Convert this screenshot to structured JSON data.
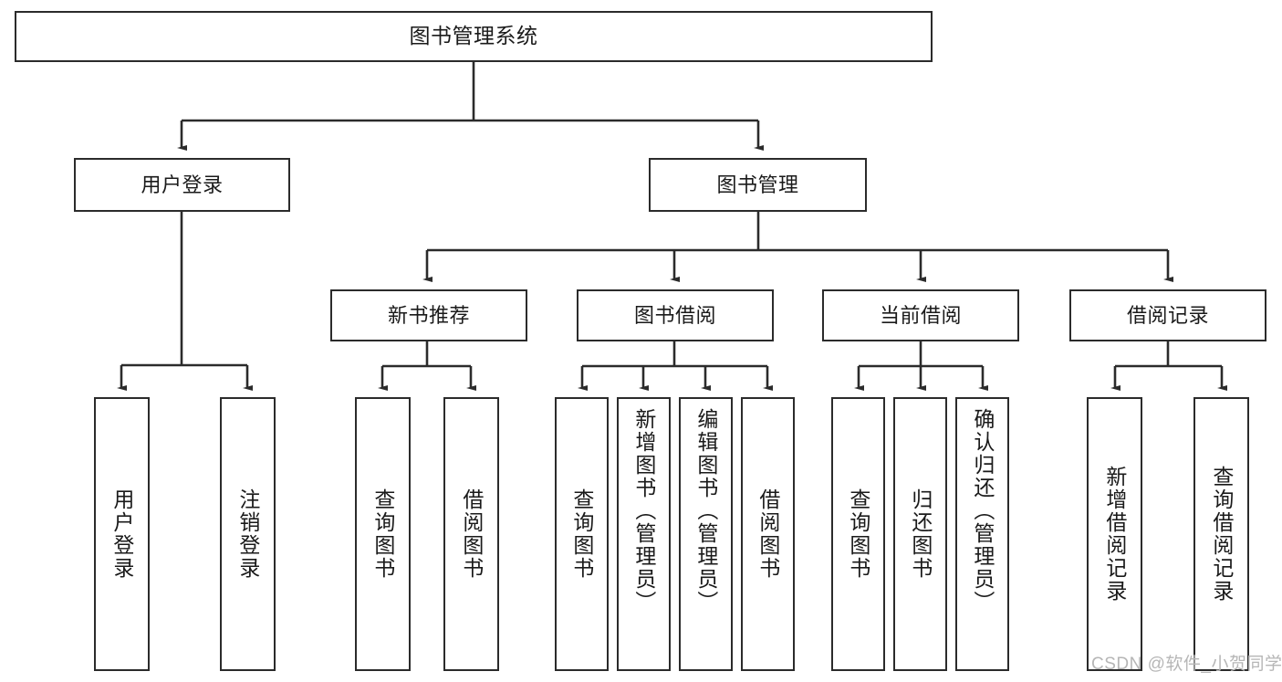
{
  "diagram": {
    "title": "图书管理系统",
    "watermark": "CSDN @软件_小贺同学",
    "stroke_color": "#2b2b2b",
    "background_color": "#ffffff",
    "text_color": "#1a1a1a",
    "watermark_color": "#b6b6b6"
  },
  "nodes": {
    "root": {
      "label": "图书管理系统"
    },
    "level2": [
      {
        "label": "用户登录"
      },
      {
        "label": "图书管理"
      }
    ],
    "level3": [
      {
        "label": "新书推荐"
      },
      {
        "label": "图书借阅"
      },
      {
        "label": "当前借阅"
      },
      {
        "label": "借阅记录"
      }
    ],
    "leaves": {
      "user_login": [
        {
          "label": "用户登录"
        },
        {
          "label": "注销登录"
        }
      ],
      "new_book": [
        {
          "label": "查询图书"
        },
        {
          "label": "借阅图书"
        }
      ],
      "book_borrow": [
        {
          "label": "查询图书"
        },
        {
          "label": "新增图书（管理员）"
        },
        {
          "label": "编辑图书（管理员）"
        },
        {
          "label": "借阅图书"
        }
      ],
      "current_borrow": [
        {
          "label": "查询图书"
        },
        {
          "label": "归还图书"
        },
        {
          "label": "确认归还（管理员）"
        }
      ],
      "borrow_record": [
        {
          "label": "新增借阅记录"
        },
        {
          "label": "查询借阅记录"
        }
      ]
    }
  }
}
